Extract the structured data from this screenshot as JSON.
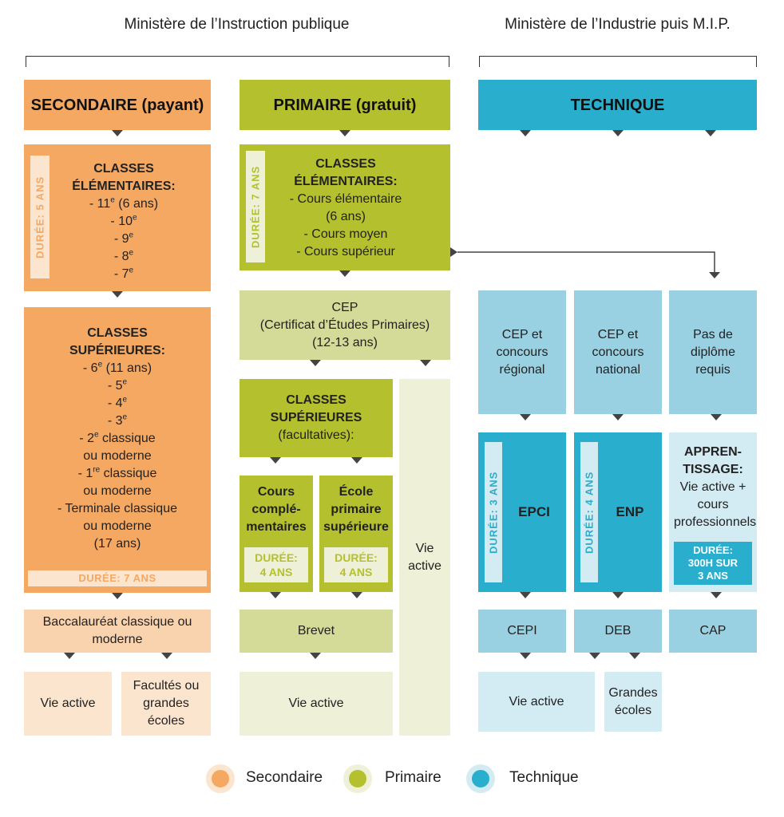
{
  "colors": {
    "secondaire_dark": "#f4a862",
    "secondaire_light": "#f9d2ae",
    "secondaire_pale": "#fce5cf",
    "primaire_dark": "#b5c02e",
    "primaire_mid": "#d4da98",
    "primaire_pale": "#eef0d8",
    "technique_dark": "#2aaecd",
    "technique_mid": "#9ad1e2",
    "technique_pale": "#d3ebf2"
  },
  "ministries": {
    "instruction": "Ministère de l’Instruction publique",
    "industrie": "Ministère de l’Industrie puis M.I.P."
  },
  "headers": {
    "secondaire": "SECONDAIRE (payant)",
    "primaire": "PRIMAIRE (gratuit)",
    "technique": "TECHNIQUE"
  },
  "secondaire": {
    "elem_duration": "DURÉE: 5 ANS",
    "elem_title1": "CLASSES",
    "elem_title2": "ÉLÉMENTAIRES:",
    "elem_items": [
      "- 11",
      "e",
      " (6 ans)",
      "- 10",
      "- 9",
      "- 8",
      "- 7"
    ],
    "sup_title1": "CLASSES",
    "sup_title2": "SUPÉRIEURES:",
    "sup_6": "- 6",
    "sup_6_tail": " (11 ans)",
    "sup_5": "- 5",
    "sup_4": "- 4",
    "sup_3": "- 3",
    "sup_2": "- 2",
    "sup_2_tail": " classique",
    "sup_ou1": "ou moderne",
    "sup_1": "- 1",
    "sup_1_sup": "re",
    "sup_1_tail": " classique",
    "sup_ou2": "ou moderne",
    "sup_term": "- Terminale classique",
    "sup_ou3": "ou moderne",
    "sup_17": "(17 ans)",
    "sup_duration": "DURÉE: 7 ANS",
    "bac": "Baccalauréat classique ou moderne",
    "vie_active": "Vie active",
    "facultes": "Facultés ou grandes écoles"
  },
  "primaire": {
    "elem_duration": "DURÉE: 7 ANS",
    "elem_title1": "CLASSES",
    "elem_title2": "ÉLÉMENTAIRES:",
    "elem_items": [
      "- Cours élémentaire",
      "(6 ans)",
      "- Cours moyen",
      "- Cours supérieur"
    ],
    "cep_line1": "CEP",
    "cep_line2": "(Certificat d’Études Primaires)",
    "cep_line3": "(12-13 ans)",
    "sup_title1": "CLASSES",
    "sup_title2": "SUPÉRIEURES",
    "sup_sub": "(facultatives):",
    "cours_comp": "Cours complémentaires",
    "cours_comp_l1": "Cours",
    "cours_comp_l2": "complé-",
    "cours_comp_l3": "mentaires",
    "cours_comp_dur1": "DURÉE:",
    "cours_comp_dur2": "4 ANS",
    "eps_l1": "École",
    "eps_l2": "primaire",
    "eps_l3": "supérieure",
    "eps_dur1": "DURÉE:",
    "eps_dur2": "4 ANS",
    "vie_active_tall": "Vie active",
    "brevet": "Brevet",
    "vie_active": "Vie active"
  },
  "technique": {
    "col1_entry": "CEP et concours régional",
    "col2_entry": "CEP et concours national",
    "col3_entry": "Pas de diplôme requis",
    "epci": "EPCI",
    "epci_duration": "DURÉE: 3 ANS",
    "enp": "ENP",
    "enp_duration": "DURÉE: 4 ANS",
    "app_title1": "APPREN-",
    "app_title2": "TISSAGE:",
    "app_text": "Vie active + cours professionnels",
    "app_duration1": "DURÉE:",
    "app_duration2": "300H SUR",
    "app_duration3": "3 ANS",
    "cepi": "CEPI",
    "deb": "DEB",
    "cap": "CAP",
    "vie_active": "Vie active",
    "grandes_ecoles": "Grandes écoles"
  },
  "legend": {
    "secondaire": "Secondaire",
    "primaire": "Primaire",
    "technique": "Technique"
  }
}
